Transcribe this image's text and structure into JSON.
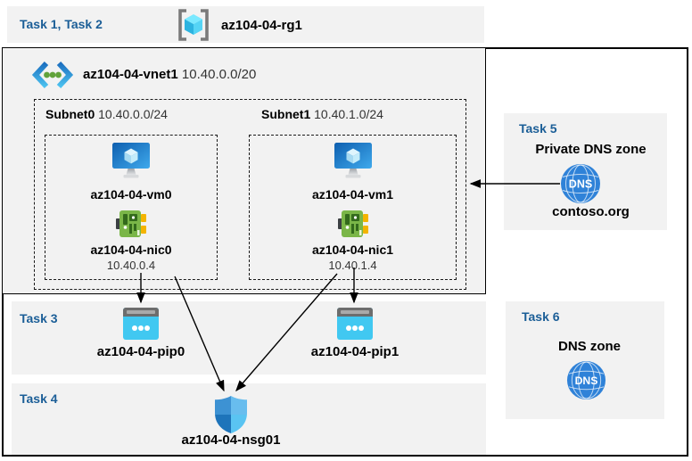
{
  "colors": {
    "heading_blue": "#1b5e97",
    "panel_gray": "#f2f2f2",
    "border_black": "#000000",
    "pip_cyan": "#41c8f1",
    "nic_green": "#7ab648",
    "vm_blue": "#1f78c8",
    "dns_blue": "#2f82d8"
  },
  "top_band": {
    "task_label": "Task 1, Task 2",
    "resource_group": "az104-04-rg1"
  },
  "vnet": {
    "name": "az104-04-vnet1",
    "cidr": "10.40.0.0/20"
  },
  "subnets": [
    {
      "name": "Subnet0",
      "cidr": "10.40.0.0/24",
      "vm": "az104-04-vm0",
      "nic": "az104-04-nic0",
      "ip": "10.40.0.4"
    },
    {
      "name": "Subnet1",
      "cidr": "10.40.1.0/24",
      "vm": "az104-04-vm1",
      "nic": "az104-04-nic1",
      "ip": "10.40.1.4"
    }
  ],
  "task3": {
    "label": "Task 3",
    "pip0": "az104-04-pip0",
    "pip1": "az104-04-pip1"
  },
  "task4": {
    "label": "Task 4",
    "nsg": "az104-04-nsg01"
  },
  "task5": {
    "label": "Task 5",
    "title": "Private DNS zone",
    "zone": "contoso.org"
  },
  "task6": {
    "label": "Task 6",
    "title": "DNS zone"
  },
  "dns_icon_label": "DNS"
}
